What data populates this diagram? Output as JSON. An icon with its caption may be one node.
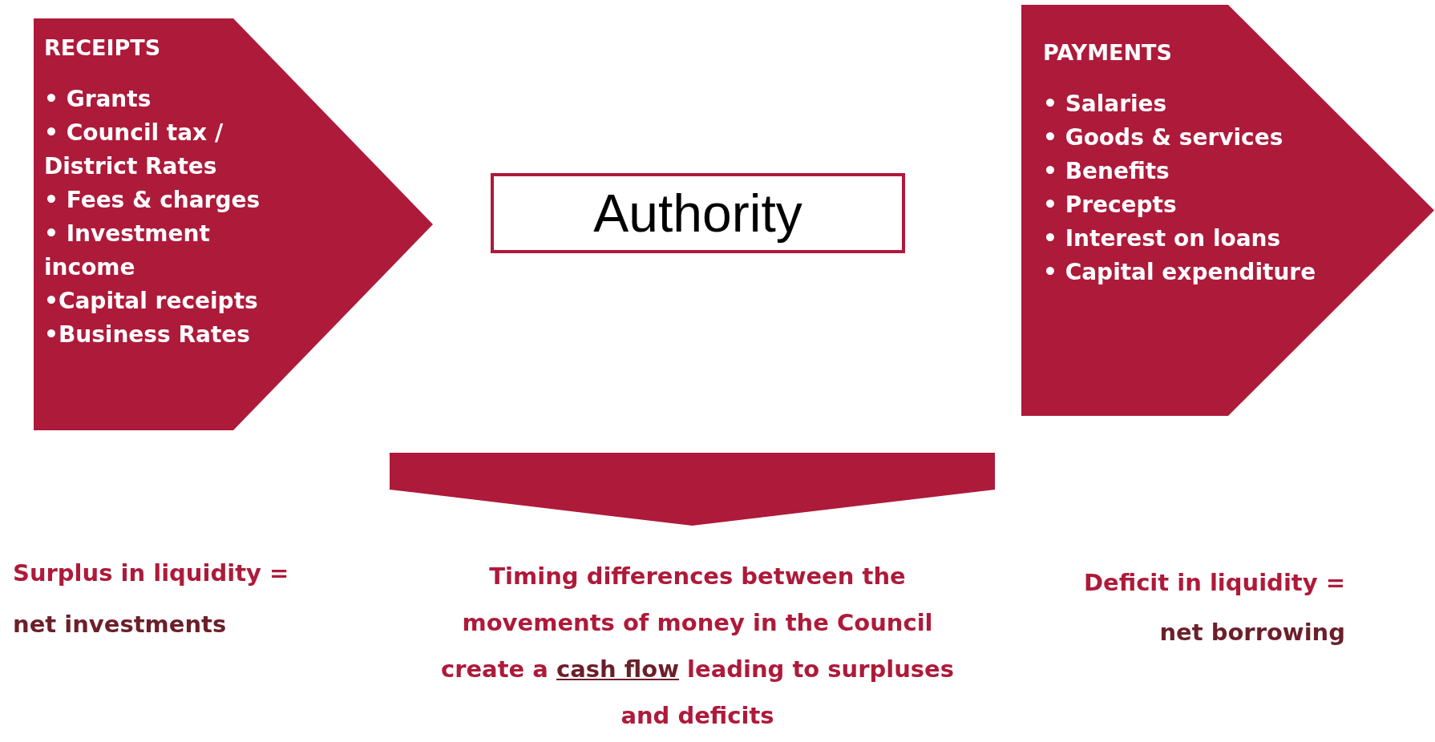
{
  "diagram": {
    "nodes": [
      {
        "text": [
          "RECEIPTS",
          "• Grants",
          "• Council tax / District Rates",
          "• Fees & charges",
          "• Investment income",
          "•Capital receipts",
          "•Business Rates"
        ]
      },
      {
        "text": [
          "PAYMENTS",
          "• Salaries",
          "• Goods & services",
          "• Benefits",
          "• Precepts",
          "• Interest on loans",
          "• Capital expenditure"
        ]
      },
      {
        "text": [
          "Authority"
        ]
      },
      {
        "text": [],
        "shape": "arrow"
      }
    ],
    "labels": [
      "Surplus in liquidity =",
      "net investments",
      "Timing differences between the movements of money in the Council create a *cash flow* leading to surpluses and deficits",
      "Deficit in liquidity =",
      "net borrowing"
    ]
  }
}
